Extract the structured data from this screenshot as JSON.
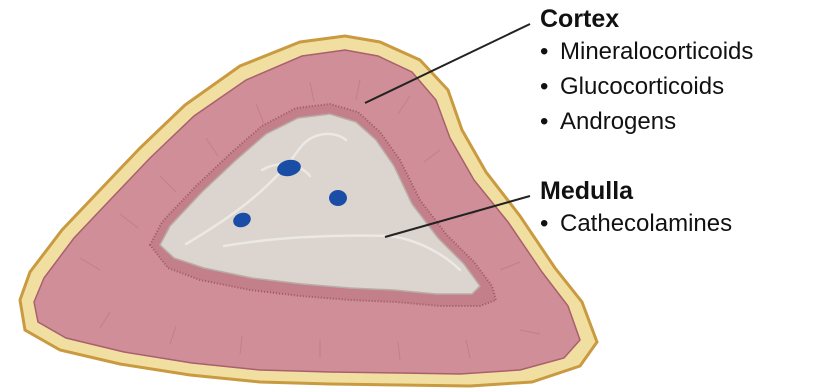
{
  "labels": {
    "cortex": {
      "title": "Cortex",
      "items": [
        "Mineralocorticoids",
        "Glucocorticoids",
        "Androgens"
      ]
    },
    "medulla": {
      "title": "Medulla",
      "items": [
        "Cathecolamines"
      ]
    },
    "bullet": "•"
  },
  "colors": {
    "capsule": "#f1dfa2",
    "capsule_edge": "#c99a40",
    "cortex": "#cf8e98",
    "cortex_stroke": "#a9606c",
    "medulla": "#dbd4cf",
    "medulla_light": "#ece8e4",
    "vessel": "#1a4ea6",
    "leader_line": "#222222"
  }
}
